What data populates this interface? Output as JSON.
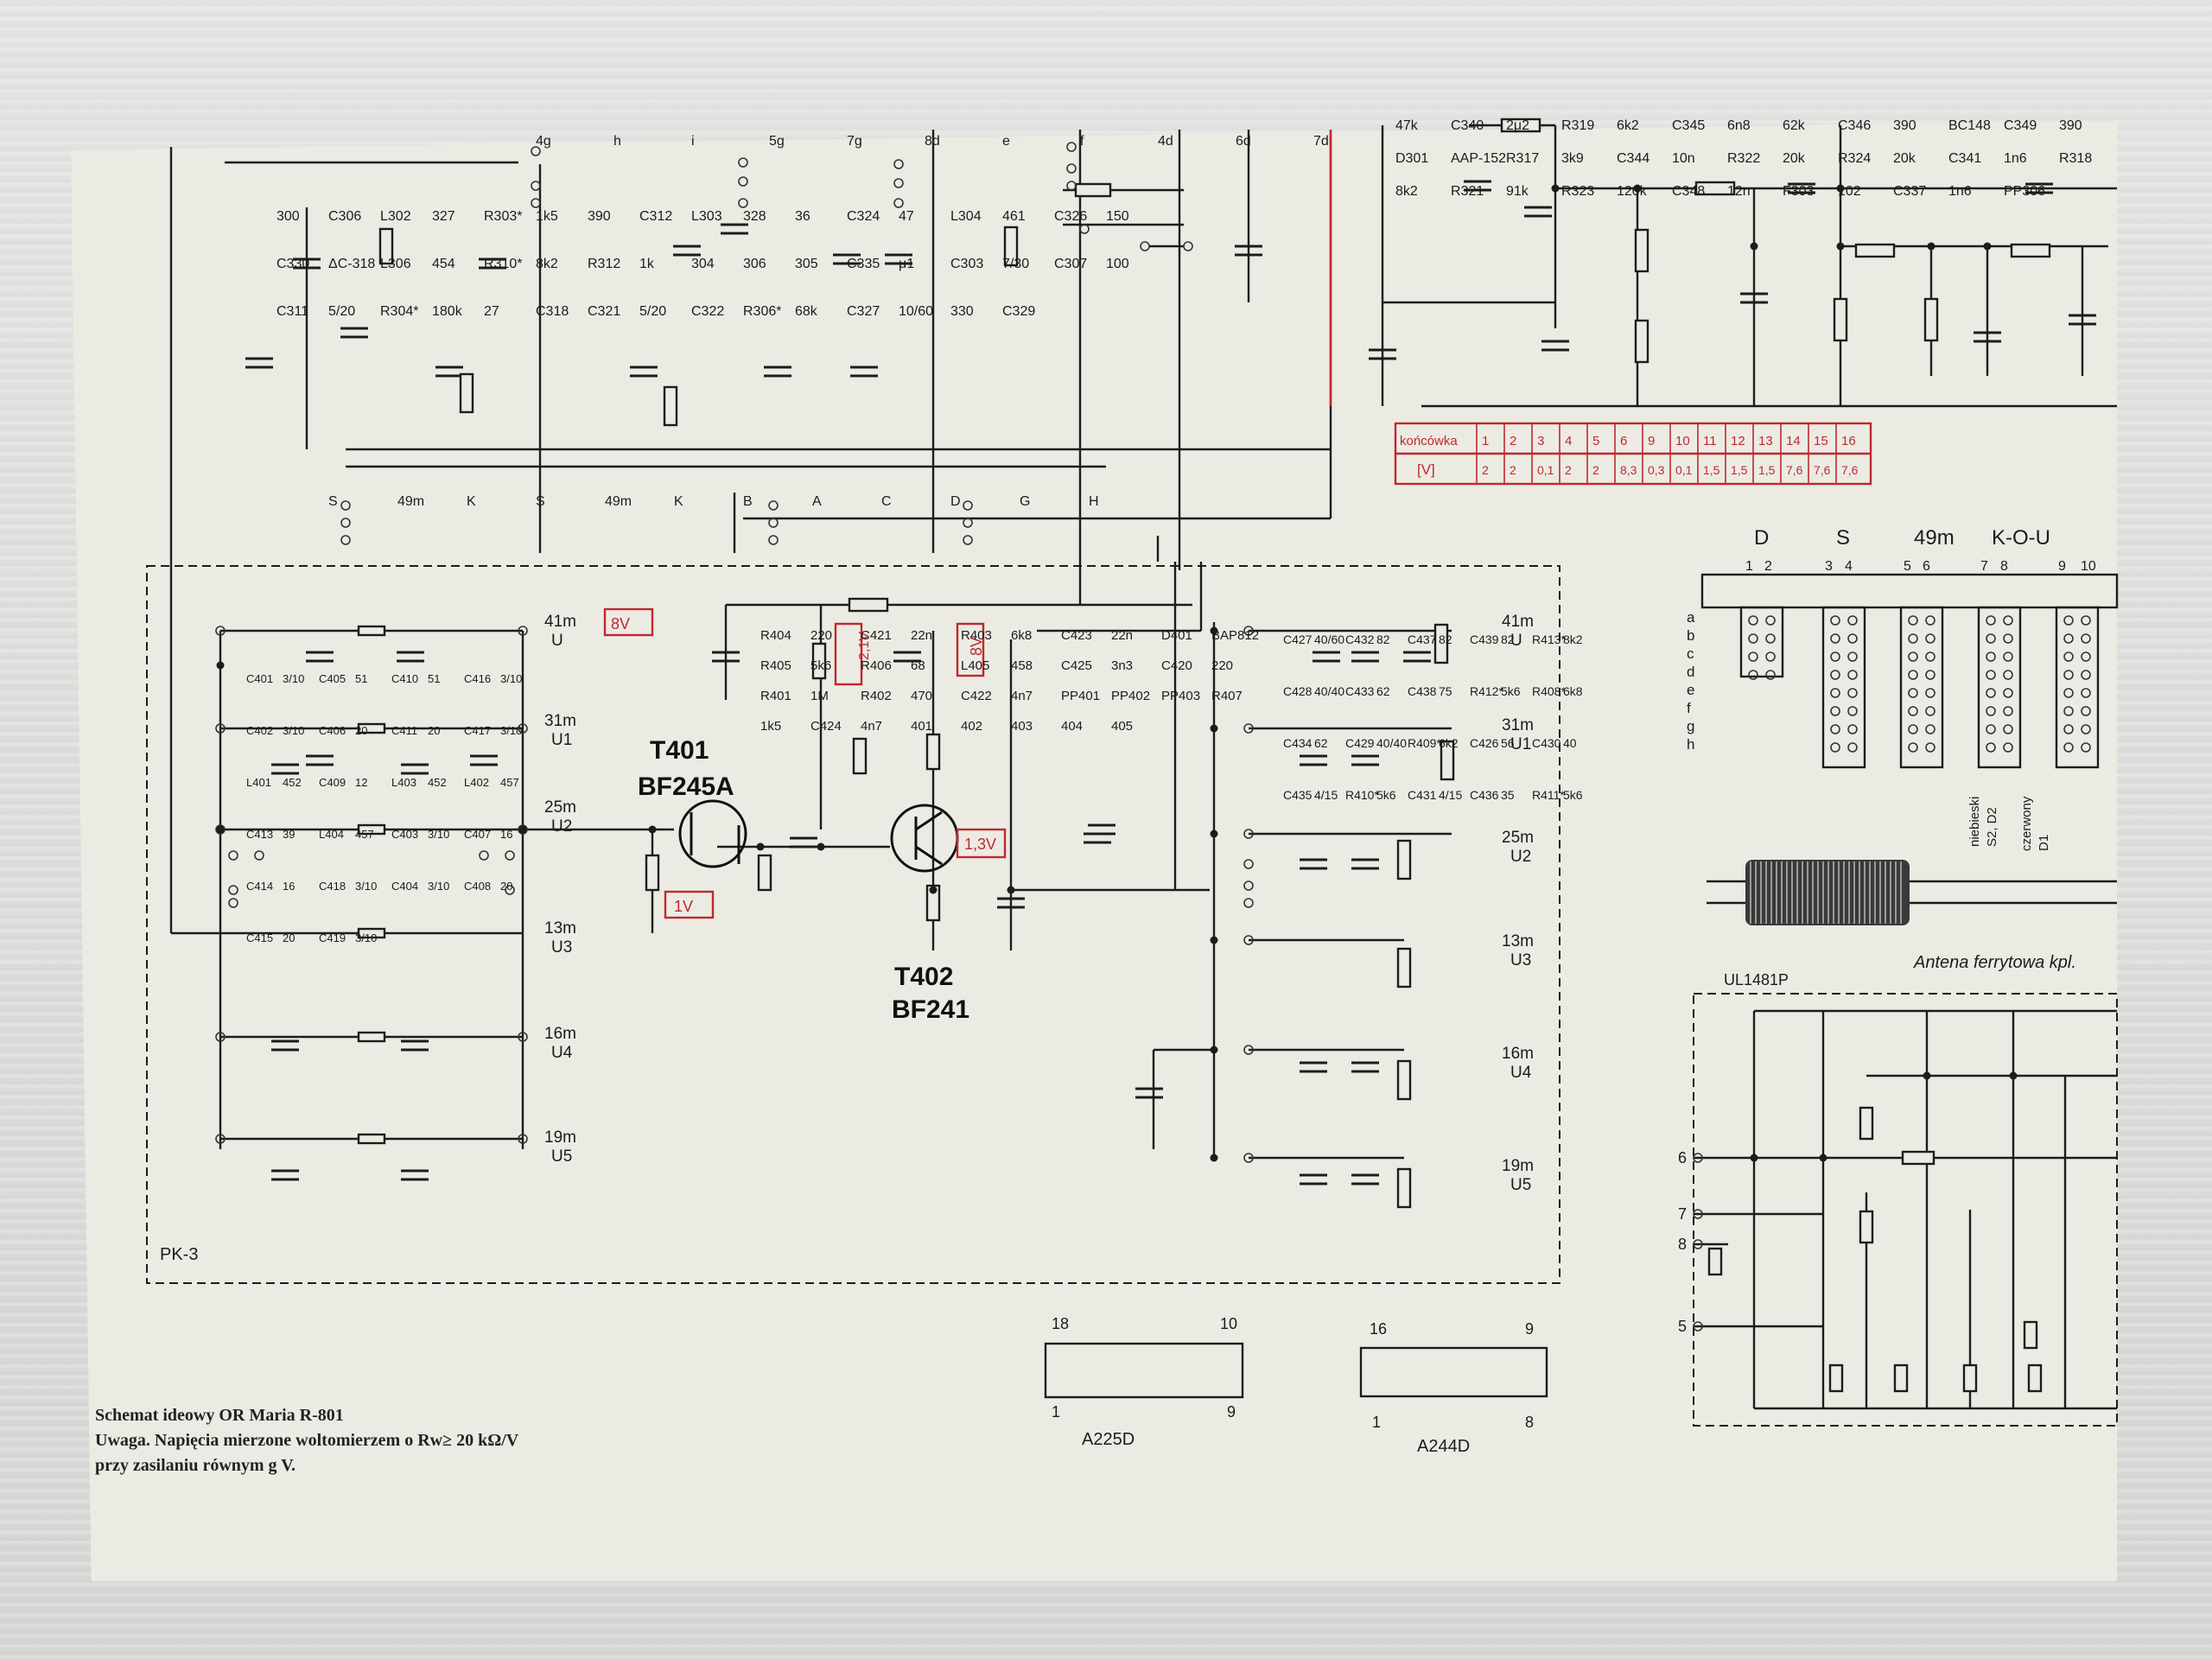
{
  "caption": {
    "line1": "Schemat ideowy OR Maria R-801",
    "line2": "Uwaga. Napięcia mierzone woltomierzem o Rw≥ 20 kΩ/V",
    "line3": "przy zasilaniu równym g V."
  },
  "transistors": {
    "t401_name": "T401",
    "t401_type": "BF245A",
    "t402_name": "T402",
    "t402_type": "BF241"
  },
  "voltage_tags": [
    "8V",
    "2,1V",
    "8V",
    "1,3V",
    "1V"
  ],
  "band_labels": {
    "left": [
      [
        "41m",
        "U"
      ],
      [
        "31m",
        "U1"
      ],
      [
        "25m",
        "U2"
      ],
      [
        "13m",
        "U3"
      ],
      [
        "16m",
        "U4"
      ],
      [
        "19m",
        "U5"
      ]
    ],
    "right": [
      [
        "41m",
        "U"
      ],
      [
        "31m",
        "U1"
      ],
      [
        "25m",
        "U2"
      ],
      [
        "13m",
        "U3"
      ],
      [
        "16m",
        "U4"
      ],
      [
        "19m",
        "U5"
      ]
    ]
  },
  "components_top": [
    "300",
    "C306",
    "L302",
    "327",
    "R303*",
    "1k5",
    "390",
    "C312",
    "L303",
    "328",
    "36",
    "C324",
    "47",
    "L304",
    "461",
    "C326",
    "150",
    "C330",
    "ΔC-318",
    "L306",
    "454",
    "R310*",
    "8k2",
    "R312",
    "1k",
    "304",
    "306",
    "305",
    "C335",
    "μ1",
    "C303",
    "7/30",
    "C307",
    "100",
    "C311",
    "5/20",
    "R304*",
    "180k",
    "27",
    "C318",
    "C321",
    "5/20",
    "C322",
    "R306*",
    "68k",
    "C327",
    "10/60",
    "330",
    "C329"
  ],
  "components_right_top": [
    "47k",
    "C340",
    "2μ2",
    "R319",
    "6k2",
    "C345",
    "6n8",
    "62k",
    "C346",
    "390",
    "BC148",
    "C349",
    "390",
    "D301",
    "AAP-152",
    "R317",
    "3k9",
    "C344",
    "10n",
    "R322",
    "20k",
    "R324",
    "20k",
    "C341",
    "1n6",
    "R318",
    "8k2",
    "R321",
    "91k",
    "R323",
    "120k",
    "C348",
    "12n",
    "F303",
    "102",
    "C337",
    "1n6",
    "PP306"
  ],
  "pin_table": {
    "header": "końcówka",
    "pins": [
      "1",
      "2",
      "3",
      "4",
      "5",
      "6",
      "9",
      "10",
      "11",
      "12",
      "13",
      "14",
      "15",
      "16"
    ],
    "voltage_label": "[V]",
    "voltages": [
      "2",
      "2",
      "0,1",
      "2",
      "2",
      "8,3",
      "0,3",
      "0,1",
      "1,5",
      "1,5",
      "1,5",
      "7,6",
      "7,6",
      "7,6"
    ]
  },
  "switch_diagram": {
    "groups": [
      "D",
      "S",
      "49m",
      "K-O-U"
    ],
    "numbers": [
      "1",
      "2",
      "3",
      "4",
      "5",
      "6",
      "7",
      "8",
      "9",
      "10"
    ],
    "rows": [
      "a",
      "b",
      "c",
      "d",
      "e",
      "f",
      "g",
      "h"
    ]
  },
  "antenna": {
    "label": "Antena ferrytowa kpl.",
    "wire1": "niebieski",
    "wire1b": "S2, D2",
    "wire2": "czerwony",
    "wire2b": "D1"
  },
  "ic_labels": [
    "UL1481P",
    "A225D",
    "A244D"
  ],
  "ic_pins": {
    "a225_top": [
      "18",
      "10"
    ],
    "a225_bottom": [
      "1",
      "9"
    ],
    "a244_top": [
      "16",
      "9"
    ],
    "a244_bottom": [
      "1",
      "8"
    ]
  },
  "ul_pins": [
    "6",
    "7",
    "8",
    "5"
  ],
  "pk_label": "PK-3",
  "middle_components": [
    "R404",
    "220",
    "C421",
    "22n",
    "R403",
    "6k8",
    "C423",
    "22n",
    "D401",
    "BAP812",
    "R405",
    "5k6",
    "R406",
    "68",
    "L405",
    "458",
    "C425",
    "3n3",
    "C420",
    "220",
    "R401",
    "1M",
    "R402",
    "470",
    "C422",
    "4n7",
    "PP401",
    "PP402",
    "PP403",
    "R407",
    "1k5",
    "C424",
    "4n7",
    "401",
    "402",
    "403",
    "404",
    "405"
  ],
  "right_column_components": [
    "C427",
    "40/60",
    "C432",
    "82",
    "C437",
    "82",
    "C439",
    "82",
    "R413*",
    "8k2",
    "C428",
    "40/40",
    "C433",
    "62",
    "C438",
    "75",
    "R412*",
    "5k6",
    "R408*",
    "6k8",
    "C434",
    "62",
    "C429",
    "40/40",
    "R409*",
    "6k2",
    "C426",
    "56",
    "C430",
    "40",
    "C435",
    "4/15",
    "R410*",
    "5k6",
    "C431",
    "4/15",
    "C436",
    "35",
    "R411*",
    "5k6"
  ],
  "left_block_components": [
    "C401",
    "3/10",
    "C405",
    "51",
    "C410",
    "51",
    "C416",
    "3/10",
    "C402",
    "3/10",
    "C406",
    "20",
    "C411",
    "20",
    "C417",
    "3/10",
    "L401",
    "452",
    "C409",
    "12",
    "L403",
    "452",
    "L402",
    "457",
    "C413",
    "39",
    "L404",
    "457",
    "C403",
    "3/10",
    "C407",
    "16",
    "C414",
    "16",
    "C418",
    "3/10",
    "C404",
    "3/10",
    "C408",
    "20",
    "C415",
    "20",
    "C419",
    "3/10"
  ],
  "switch_nodes": [
    "4g",
    "h",
    "i",
    "5g",
    "7g",
    "8d",
    "e",
    "f",
    "4d",
    "6d",
    "7d"
  ],
  "node_letters": [
    "S",
    "49m",
    "K",
    "S",
    "49m",
    "K",
    "B",
    "A",
    "C",
    "D",
    "G",
    "H"
  ]
}
